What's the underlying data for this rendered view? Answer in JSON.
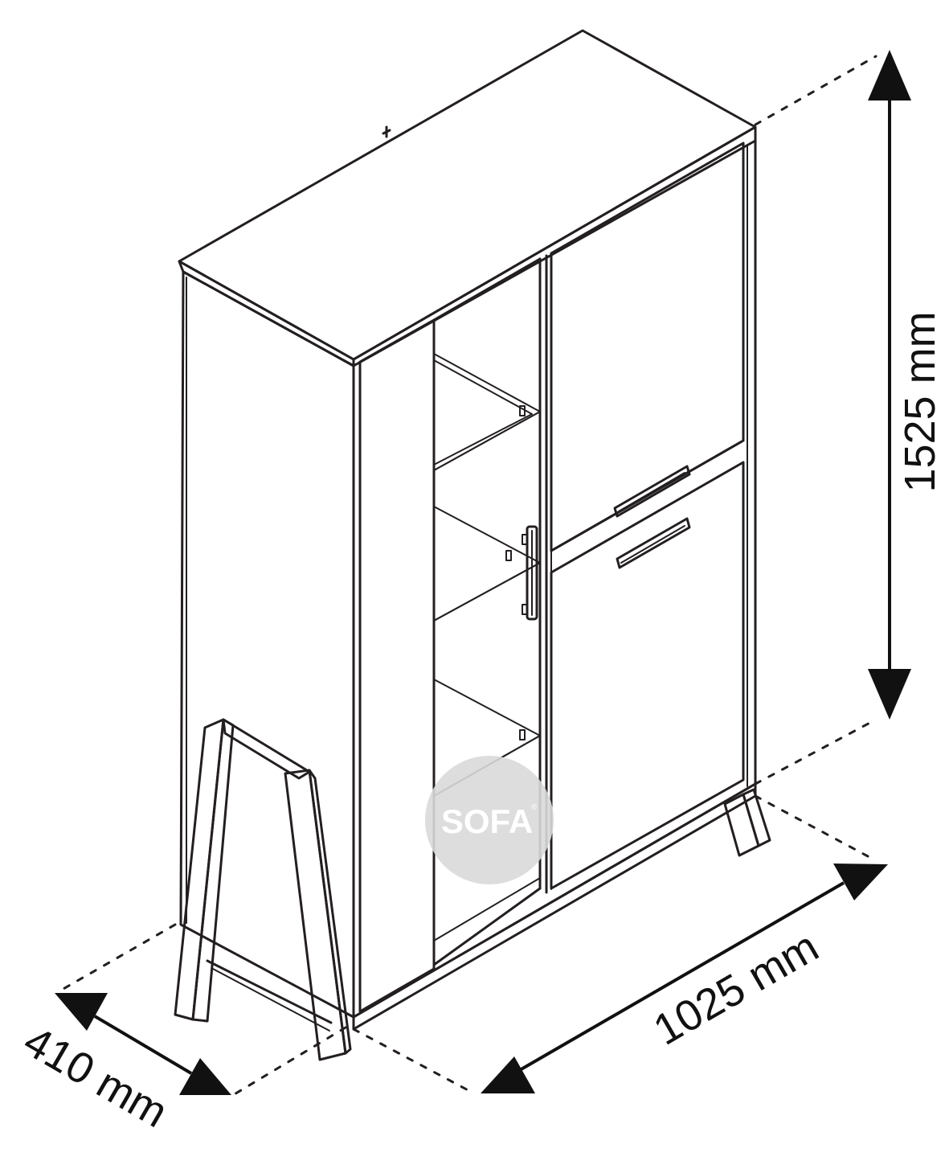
{
  "dimensions": {
    "height_label": "1525 mm",
    "width_label": "1025 mm",
    "depth_label": "410 mm"
  },
  "watermark": {
    "text": "SOFA",
    "mark": "®",
    "fill_color": "#d9d9d9"
  },
  "colors": {
    "line": "#231f20",
    "dimension": "#111111"
  }
}
